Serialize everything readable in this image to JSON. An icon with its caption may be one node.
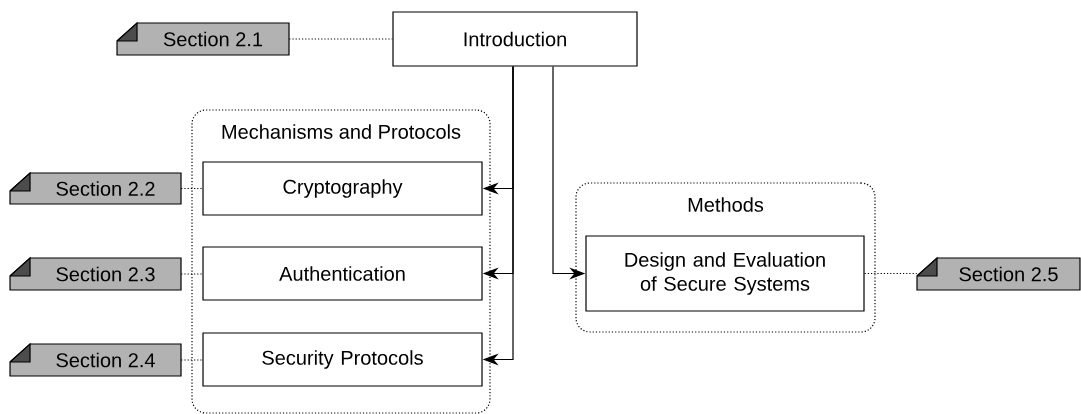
{
  "diagram": {
    "nodes": [
      {
        "text": [
          "Introduction"
        ]
      },
      {
        "text": [
          "Mechanisms and Protocols"
        ]
      },
      {
        "text": [
          "Cryptography"
        ],
        "in": 1
      },
      {
        "text": [
          "Authentication"
        ],
        "in": 1
      },
      {
        "text": [
          "Security Protocols"
        ],
        "in": 1
      },
      {
        "text": [
          "Methods"
        ]
      },
      {
        "text": [
          "Design and Evaluation of Secure Systems"
        ],
        "in": 5
      },
      {
        "text": [
          "Section 2.1"
        ]
      },
      {
        "text": [
          "Section 2.2"
        ]
      },
      {
        "text": [
          "Section 2.3"
        ]
      },
      {
        "text": [
          "Section 2.4"
        ]
      },
      {
        "text": [
          "Section 2.5"
        ]
      }
    ],
    "edges": [
      {
        "from": 0,
        "to": 2,
        "arrow": "to"
      },
      {
        "from": 0,
        "to": 3,
        "arrow": "to"
      },
      {
        "from": 0,
        "to": 4,
        "arrow": "to"
      },
      {
        "from": 0,
        "to": 6,
        "arrow": "to"
      },
      {
        "from": 7,
        "to": 0,
        "arrow": "none",
        "style": "dashed"
      },
      {
        "from": 8,
        "to": 2,
        "arrow": "none",
        "style": "dashed"
      },
      {
        "from": 9,
        "to": 3,
        "arrow": "none",
        "style": "dashed"
      },
      {
        "from": 10,
        "to": 4,
        "arrow": "none",
        "style": "dashed"
      },
      {
        "from": 6,
        "to": 11,
        "arrow": "none",
        "style": "dashed"
      }
    ]
  }
}
